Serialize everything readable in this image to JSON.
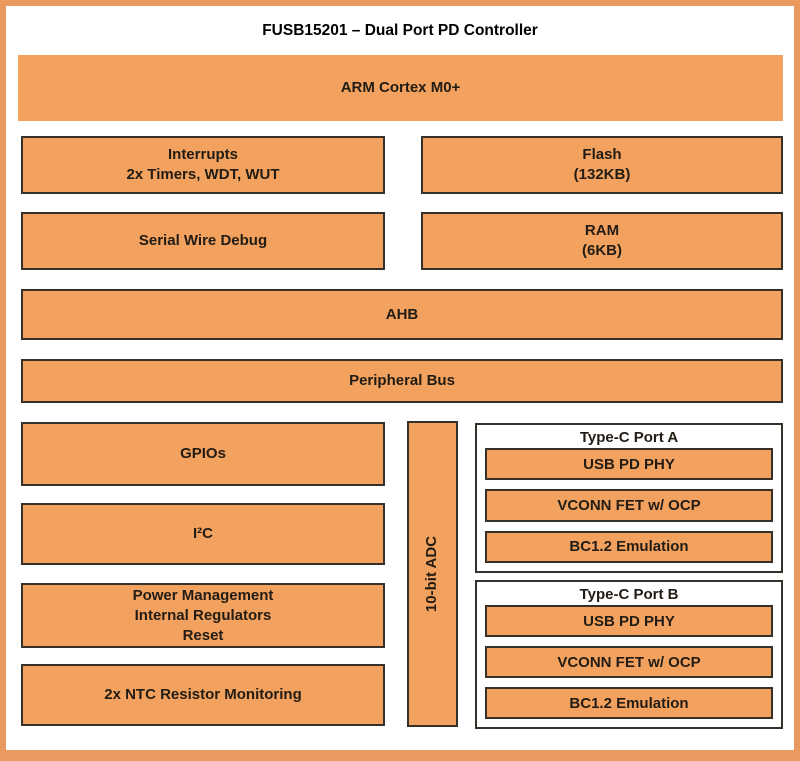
{
  "title": "FUSB15201 – Dual Port PD Controller",
  "colors": {
    "block_fill": "#F2A25E",
    "frame_border": "#EB9A5F",
    "block_border": "#35302A",
    "text": "#221C14"
  },
  "blocks": {
    "arm": "ARM Cortex M0+",
    "interrupts": {
      "line1": "Interrupts",
      "line2": "2x Timers, WDT, WUT"
    },
    "flash": {
      "line1": "Flash",
      "line2": "(132KB)"
    },
    "swd": "Serial Wire Debug",
    "ram": {
      "line1": "RAM",
      "line2": "(6KB)"
    },
    "ahb": "AHB",
    "peripheral_bus": "Peripheral Bus",
    "gpios": "GPIOs",
    "i2c": "I²C",
    "power": {
      "line1": "Power Management",
      "line2": "Internal Regulators",
      "line3": "Reset"
    },
    "ntc": "2x NTC Resistor Monitoring",
    "adc": "10-bit ADC",
    "port_a": {
      "title": "Type-C Port A",
      "items": [
        "USB PD PHY",
        "VCONN FET w/ OCP",
        "BC1.2 Emulation"
      ]
    },
    "port_b": {
      "title": "Type-C Port B",
      "items": [
        "USB PD PHY",
        "VCONN FET w/ OCP",
        "BC1.2 Emulation"
      ]
    }
  }
}
